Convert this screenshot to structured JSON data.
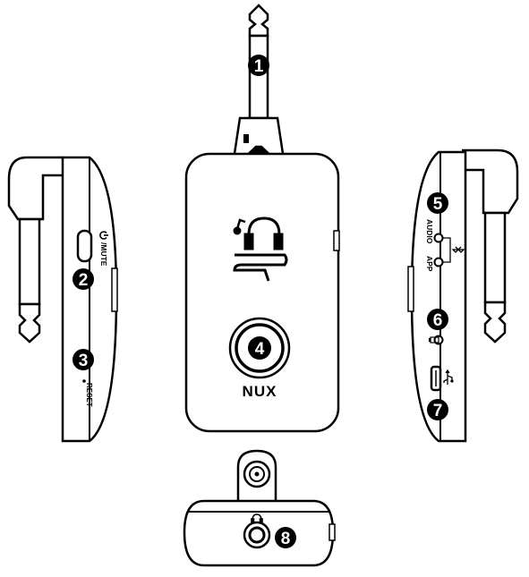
{
  "brand": "NUX",
  "labels": {
    "mute": "/MUTE",
    "reset": "RESET",
    "audio": "AUDIO",
    "app": "APP"
  },
  "callouts": [
    "1",
    "2",
    "3",
    "4",
    "5",
    "6",
    "7",
    "8"
  ],
  "icons": {
    "power": "power-icon",
    "bluetooth": "bluetooth-icon",
    "battery": "battery-icon",
    "usb": "usb-icon",
    "headphone": "headphone-icon",
    "logo": "headphone-music-logo-icon"
  },
  "colors": {
    "line": "#000000",
    "fill": "#ffffff",
    "callout": "#000000"
  }
}
